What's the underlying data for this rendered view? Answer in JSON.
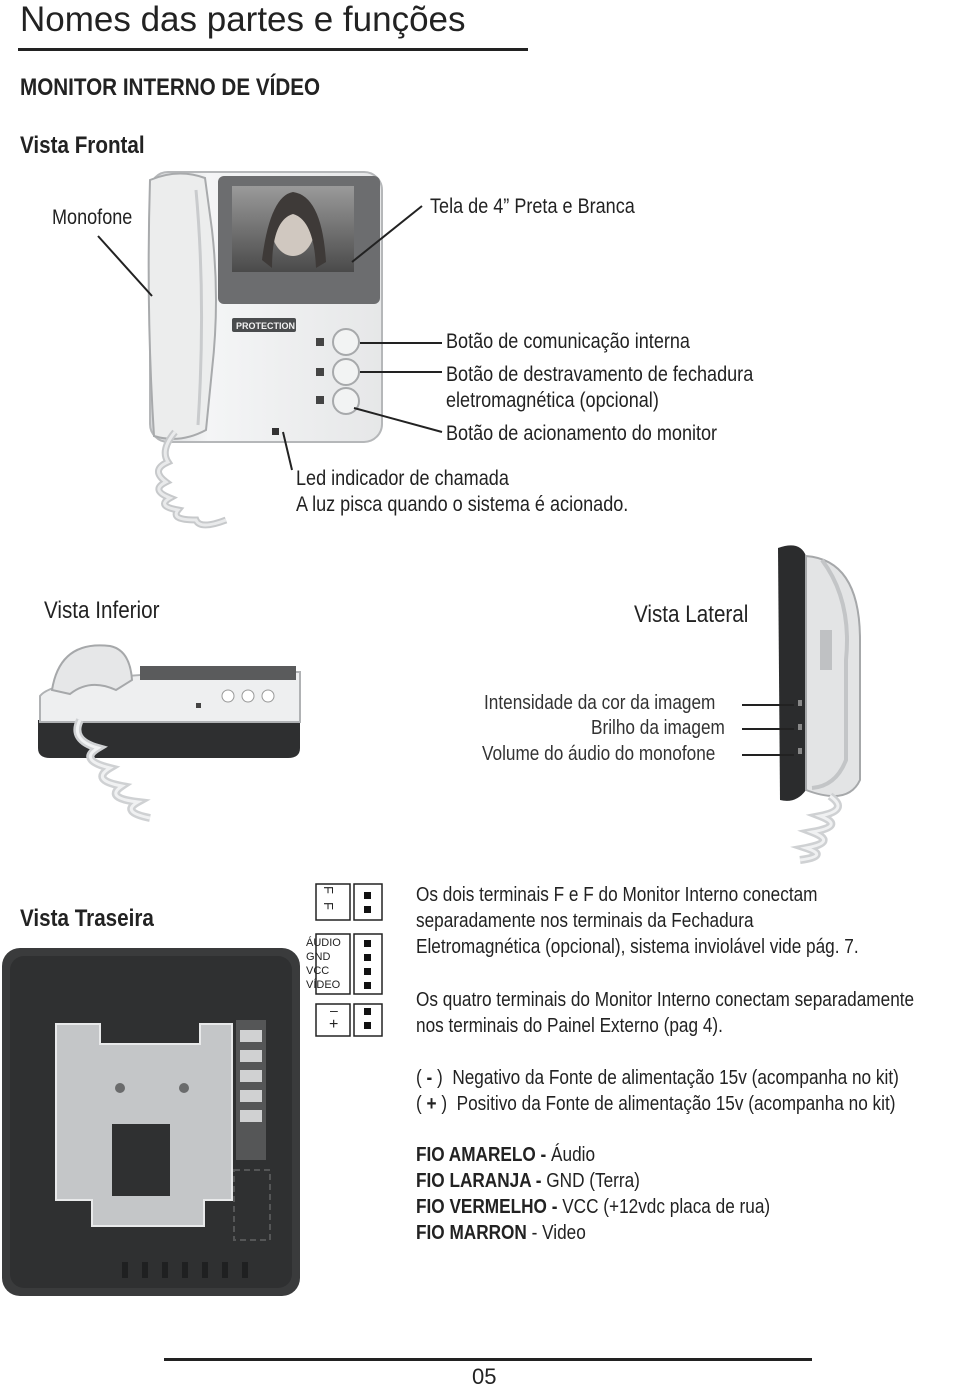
{
  "page": {
    "title": "Nomes das partes e funções",
    "section": "MONITOR INTERNO DE VÍDEO",
    "page_number": "05"
  },
  "front": {
    "heading": "Vista Frontal",
    "handset": "Monofone",
    "screen": "Tela de 4” Preta e Branca",
    "brand": "PROTECTION",
    "btn_intercom": "Botão de comunicação interna",
    "btn_lock_1": "Botão de destravamento de fechadura",
    "btn_lock_2_bold": "eletromagnética",
    "btn_lock_2_light": "(opcional)",
    "btn_monitor": "Botão de acionamento do monitor",
    "led_title": "Led indicador de chamada",
    "led_desc": "A luz pisca quando o sistema é acionado."
  },
  "bottom": {
    "heading": "Vista Inferior"
  },
  "side": {
    "heading": "Vista Lateral",
    "color": "Intensidade da cor da imagem",
    "brightness": "Brilho da imagem",
    "volume": "Volume do áudio do monofone"
  },
  "rear": {
    "heading": "Vista Traseira",
    "term_f1": "F",
    "term_f2": "F",
    "term_audio": "ÁUDIO",
    "term_gnd": "GND",
    "term_vcc": "VCC",
    "term_video": "VÍDEO",
    "term_minus": "–",
    "term_plus": "+",
    "p1_l1": "Os dois terminais F e F do Monitor Interno  conectam",
    "p1_l2": "separadamente nos terminais da  Fechadura",
    "p1_l3": "Eletromagnética (opcional), sistema inviolável vide pág. 7.",
    "p2_l1": "Os quatro terminais do Monitor Interno conectam separadamente",
    "p2_l2": "nos terminais do Painel Externo (pag 4).",
    "neg_sym": "-",
    "neg_text": "Negativo da Fonte de alimentação 15v (acompanha no kit)",
    "pos_sym": "+",
    "pos_text": "Positivo da Fonte de alimentação 15v (acompanha no kit)",
    "wires": [
      {
        "label": "FIO AMARELO -",
        "value": " Áudio"
      },
      {
        "label": "FIO LARANJA -",
        "value": " GND (Terra)"
      },
      {
        "label": "FIO VERMELHO -",
        "value": " VCC (+12vdc placa de rua)"
      },
      {
        "label": "FIO MARRON",
        "value": " - Video"
      }
    ]
  }
}
